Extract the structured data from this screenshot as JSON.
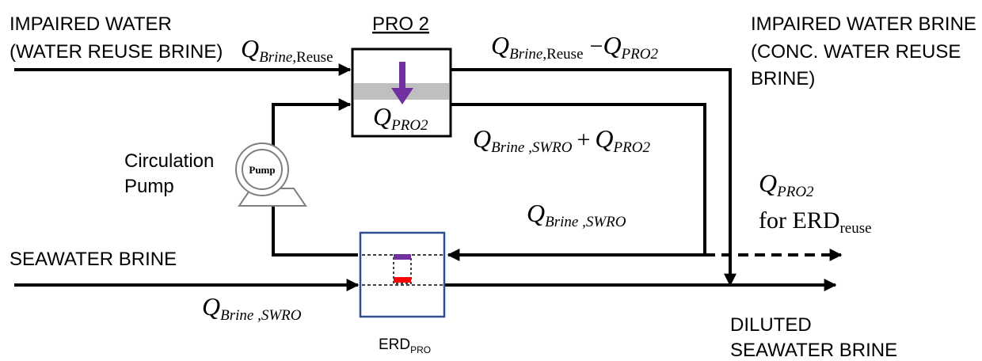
{
  "labels": {
    "impaired_water_1": "IMPAIRED WATER",
    "impaired_water_2": "(WATER REUSE BRINE)",
    "pro2_title": "PRO 2",
    "brine_out_1": "IMPAIRED WATER BRINE",
    "brine_out_2": "(CONC. WATER REUSE",
    "brine_out_3": "BRINE)",
    "circ_1": "Circulation",
    "circ_2": "Pump",
    "pump_text": "Pump",
    "seawater_brine": "SEAWATER BRINE",
    "diluted_1": "DILUTED",
    "diluted_2": "SEAWATER BRINE",
    "erd_main": "ERD",
    "erd_sub": "PRO"
  },
  "math": {
    "q": "Q",
    "brine_reuse_sub": "Brine",
    "reuse_word": ",Reuse",
    "brine_swro_sub": "Brine ,SWRO",
    "pro2_sub": "PRO2",
    "minus": "−",
    "plus": "+",
    "for_erd": "for ERD",
    "for_erd_sub": "reuse"
  },
  "colors": {
    "line": "#000000",
    "membrane": "#bfbfbf",
    "arrow_purple": "#7030a0",
    "erd_border": "#2f4f8f",
    "red": "#ff0000",
    "pump_gray": "#7f7f7f"
  }
}
